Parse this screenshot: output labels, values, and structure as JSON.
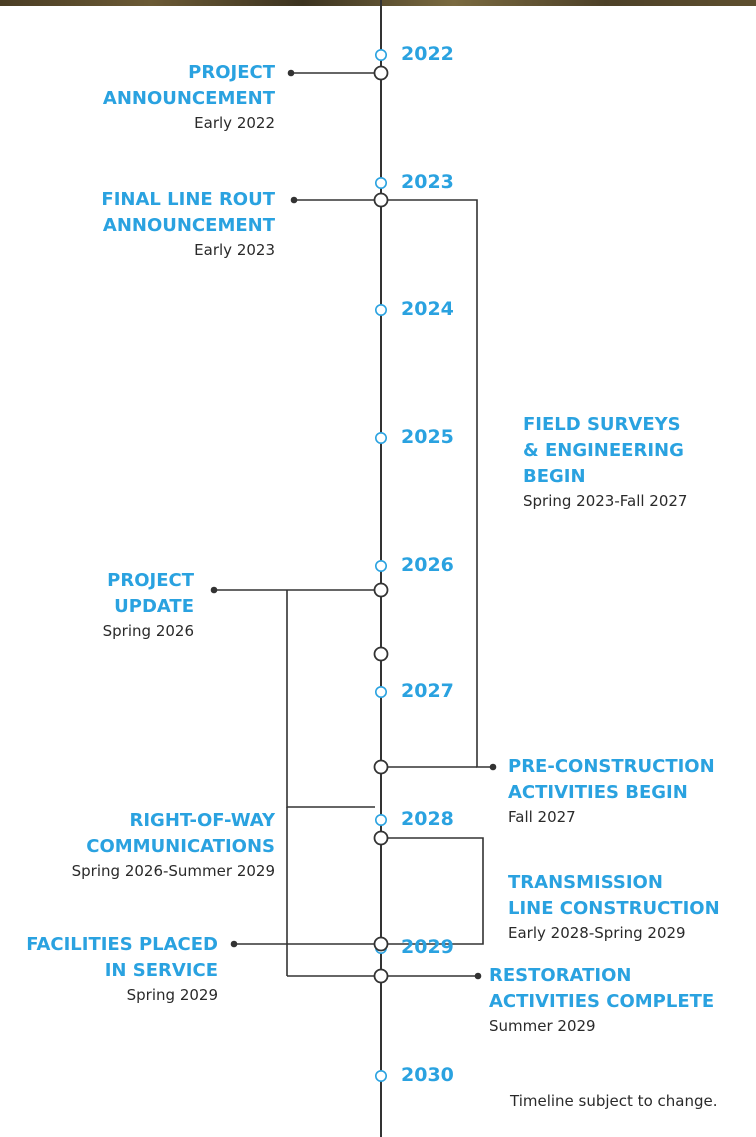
{
  "colors": {
    "accent": "#2aa2e0",
    "line": "#333333",
    "text": "#2a2a2a"
  },
  "years": [
    "2022",
    "2023",
    "2024",
    "2025",
    "2026",
    "2027",
    "2028",
    "2029",
    "2030"
  ],
  "milestones": {
    "project_announcement": {
      "line1": "PROJECT",
      "line2": "ANNOUNCEMENT",
      "date": "Early 2022"
    },
    "final_line_route": {
      "line1": "FINAL LINE ROUT",
      "line2": "ANNOUNCEMENT",
      "date": "Early 2023"
    },
    "field_surveys": {
      "line1": "FIELD SURVEYS",
      "line2": "& ENGINEERING",
      "line3": "BEGIN",
      "date": "Spring 2023-Fall 2027"
    },
    "project_update": {
      "line1": "PROJECT",
      "line2": "UPDATE",
      "date": "Spring 2026"
    },
    "pre_construction": {
      "line1": "PRE-CONSTRUCTION",
      "line2": "ACTIVITIES BEGIN",
      "date": "Fall 2027"
    },
    "right_of_way": {
      "line1": "RIGHT-OF-WAY",
      "line2": "COMMUNICATIONS",
      "date": "Spring 2026-Summer 2029"
    },
    "transmission_line": {
      "line1": "TRANSMISSION",
      "line2": "LINE CONSTRUCTION",
      "date": "Early 2028-Spring 2029"
    },
    "facilities_in_service": {
      "line1": "FACILITIES PLACED",
      "line2": "IN SERVICE",
      "date": "Spring 2029"
    },
    "restoration": {
      "line1": "RESTORATION",
      "line2": "ACTIVITIES COMPLETE",
      "date": "Summer 2029"
    }
  },
  "footnote": "Timeline subject to change."
}
